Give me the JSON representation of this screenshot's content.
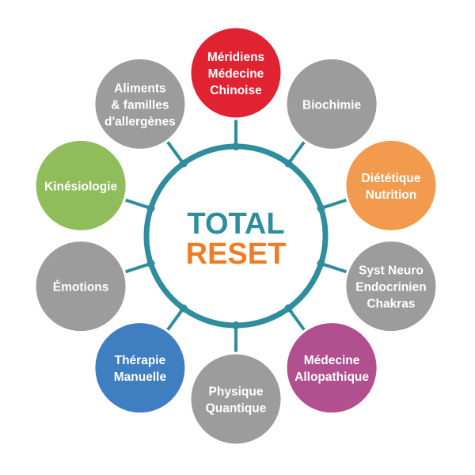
{
  "center": {
    "line1": "TOTAL",
    "line2": "RESET",
    "line1_color": "#2f8e9d",
    "line2_color": "#ef7d26"
  },
  "ring_color": "#2f8e9d",
  "nodes": [
    {
      "lines": [
        "Méridiens",
        "Médecine",
        "Chinoise"
      ],
      "color": "#e02231"
    },
    {
      "lines": [
        "Biochimie"
      ],
      "color": "#9c9c9c"
    },
    {
      "lines": [
        "Diététique",
        "Nutrition"
      ],
      "color": "#f29a4d"
    },
    {
      "lines": [
        "Syst Neuro",
        "Endocrinien",
        "Chakras"
      ],
      "color": "#9c9c9c"
    },
    {
      "lines": [
        "Médecine",
        "Allopathique"
      ],
      "color": "#b2508f"
    },
    {
      "lines": [
        "Physique",
        "Quantique"
      ],
      "color": "#9c9c9c"
    },
    {
      "lines": [
        "Thérapie",
        "Manuelle"
      ],
      "color": "#3f7ec1"
    },
    {
      "lines": [
        "Émotions"
      ],
      "color": "#9c9c9c"
    },
    {
      "lines": [
        "Kinésiologie"
      ],
      "color": "#8ebd5a"
    },
    {
      "lines": [
        "Aliments",
        "& familles",
        "d'allergènes"
      ],
      "color": "#9c9c9c"
    }
  ]
}
